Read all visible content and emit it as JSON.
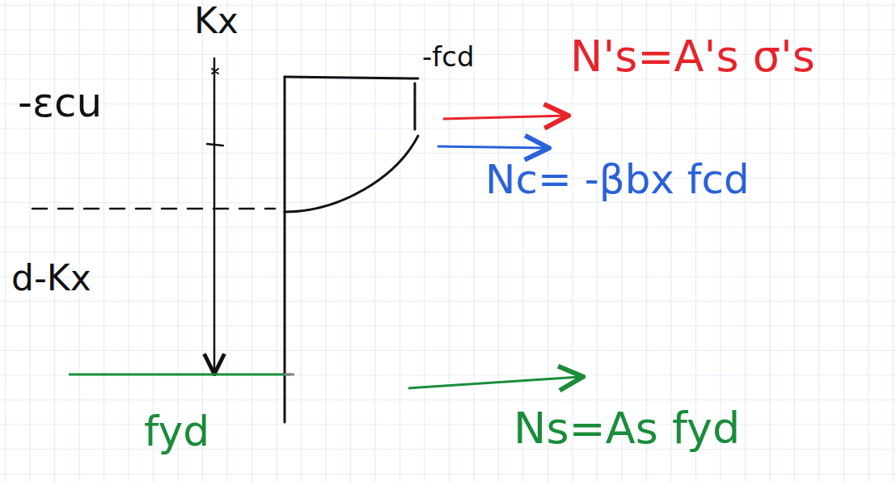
{
  "diagram": {
    "labels": [
      "Kx",
      "-εcu",
      "-fcd",
      "N's=A's σ's",
      "Nc= -βbx fcd",
      "d-Kx",
      "fyd",
      "Ns=As fyd"
    ]
  }
}
